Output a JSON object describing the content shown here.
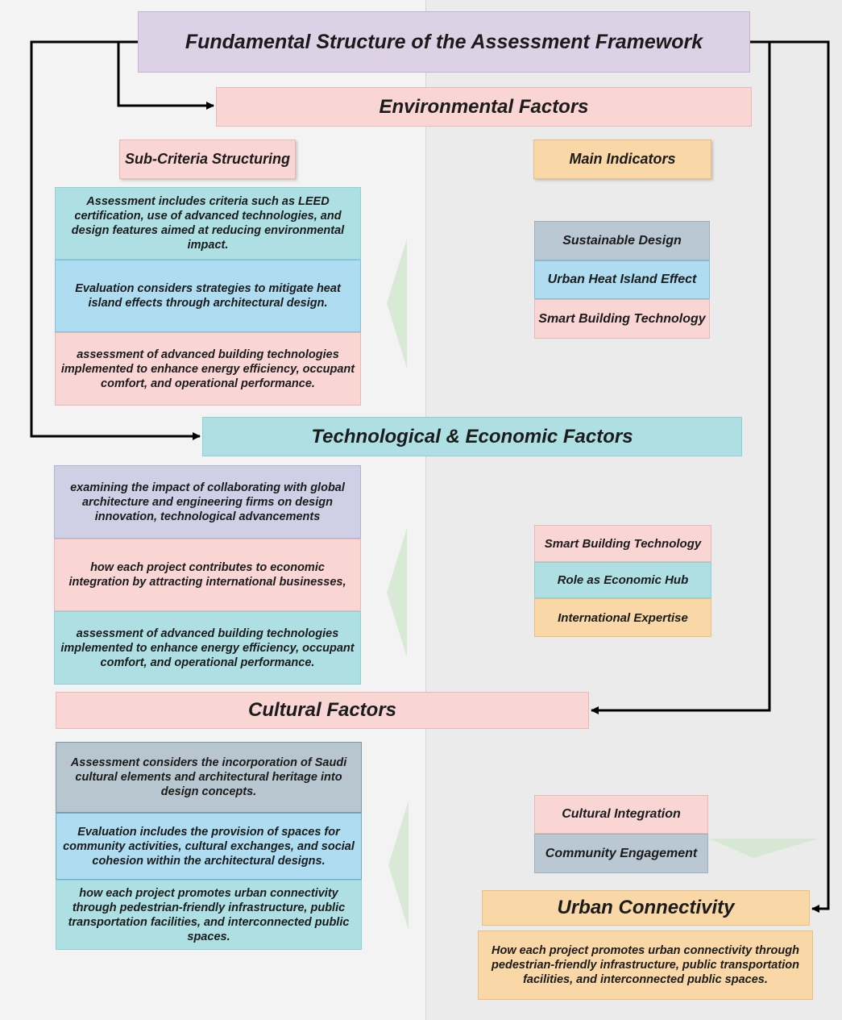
{
  "title": "Fundamental Structure of the Assessment Framework",
  "environmental": {
    "heading": "Environmental Factors",
    "sub_criteria_label": "Sub-Criteria Structuring",
    "main_indicators_label": "Main Indicators",
    "descriptions": [
      "Assessment includes criteria such as LEED certification, use of advanced technologies, and design features aimed at reducing environmental impact.",
      "Evaluation considers strategies to mitigate heat island effects through architectural design.",
      "assessment of advanced building technologies implemented to enhance energy efficiency, occupant comfort, and operational performance."
    ],
    "indicators": [
      "Sustainable Design",
      "Urban Heat Island Effect",
      "Smart Building Technology"
    ]
  },
  "technological": {
    "heading": "Technological  & Economic Factors",
    "descriptions": [
      "examining the impact of collaborating with global architecture and engineering firms on design innovation, technological advancements",
      "how each project contributes to economic integration by attracting international businesses,",
      "assessment of advanced building technologies implemented to enhance energy efficiency, occupant comfort, and operational performance."
    ],
    "indicators": [
      "Smart Building Technology",
      "Role as Economic Hub",
      "International Expertise"
    ]
  },
  "cultural": {
    "heading": "Cultural Factors",
    "descriptions": [
      "Assessment considers the incorporation of Saudi cultural elements and architectural heritage into design concepts.",
      "Evaluation includes the provision of spaces for community activities, cultural exchanges, and social cohesion within the architectural designs.",
      "how each project promotes urban connectivity through pedestrian-friendly infrastructure, public transportation facilities, and interconnected public spaces."
    ],
    "indicators": [
      "Cultural Integration",
      "Community Engagement"
    ]
  },
  "urban": {
    "heading": "Urban  Connectivity",
    "description": "How each project promotes urban connectivity through pedestrian-friendly infrastructure, public transportation facilities, and interconnected public spaces."
  },
  "colors": {
    "pink": "#f9d6d3",
    "teal": "#aee0e3",
    "blue": "#aeddf2",
    "purple": "#ddd1e6",
    "orange": "#f9d7a6",
    "gray": "#b9c8d2",
    "arrow": "#000000",
    "triangle": "#cfe6cf"
  }
}
